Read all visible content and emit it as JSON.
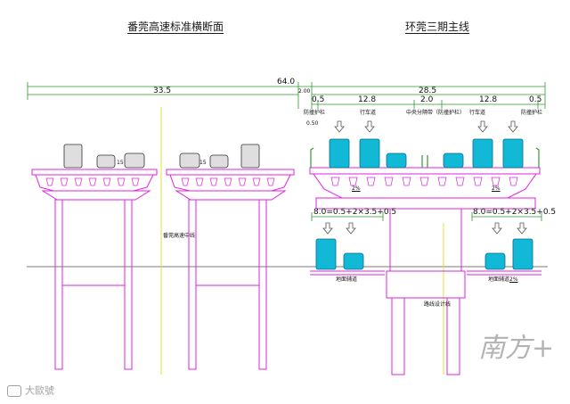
{
  "titles": {
    "left": "番莞高速标准横断面",
    "right": "环莞三期主线"
  },
  "dimensions": {
    "total": "64.0",
    "left_width": "33.5",
    "right_width": "28.5",
    "gap": "2.00",
    "lane_left": "12.8",
    "median": "2.0",
    "lane_right": "12.8",
    "edge_left": "0.5",
    "edge_right": "0.5",
    "side_road_left": "8.0=0.5+2×3.5+0.5",
    "side_road_right": "8.0=0.5+2×3.5+0.5",
    "small_gap": "0.50"
  },
  "labels": {
    "guardrail_left": "防撞护栏",
    "carriageway_left": "行车道",
    "median_label": "中央分隔带（防撞护栏）",
    "carriageway_right": "行车道",
    "guardrail_right": "防撞护栏",
    "slope_left": "2%",
    "slope_right": "2%",
    "slope_ground": "2%",
    "centerline_left": "番莞高速中线",
    "ground_road_left": "地面辅道",
    "ground_road_right": "地面辅道",
    "design_line": "路线设计线",
    "lane_num": "15"
  },
  "watermark": {
    "text": "南方+",
    "brand": "大歐號"
  },
  "colors": {
    "dimension": "#2e9a2e",
    "structure": "#e020e0",
    "vehicle": "#11b9d6",
    "centerline": "#e0e030"
  }
}
